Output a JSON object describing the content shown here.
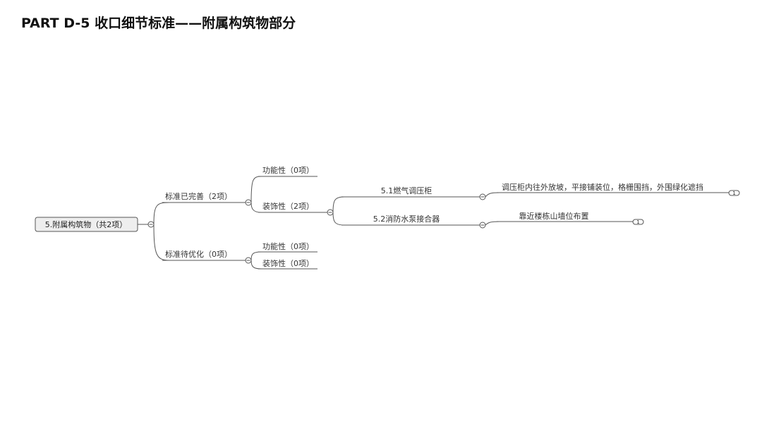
{
  "page": {
    "title": "PART D-5 收口细节标准——附属构筑物部分"
  },
  "mindmap": {
    "root": {
      "label": "5.附属构筑物（共2项）",
      "collapse_icon": "minus-circle-icon"
    },
    "branches": [
      {
        "label": "标准已完善（2项）",
        "children": [
          {
            "label": "功能性（0项）"
          },
          {
            "label": "装饰性（2项）",
            "children": [
              {
                "label": "5.1燃气调压柜",
                "detail": "调压柜内往外放坡，平接铺装位，格栅围挡，外围绿化遮挡",
                "badge": "1"
              },
              {
                "label": "5.2消防水泵接合器",
                "detail": "靠近楼栋山墙位布置",
                "badge": "1"
              }
            ]
          }
        ]
      },
      {
        "label": "标准待优化（0项）",
        "children": [
          {
            "label": "功能性（0项）"
          },
          {
            "label": "装饰性（0项）"
          }
        ]
      }
    ],
    "colors": {
      "line": "#555555",
      "root_fill": "#eeeeee",
      "text": "#333333"
    }
  }
}
